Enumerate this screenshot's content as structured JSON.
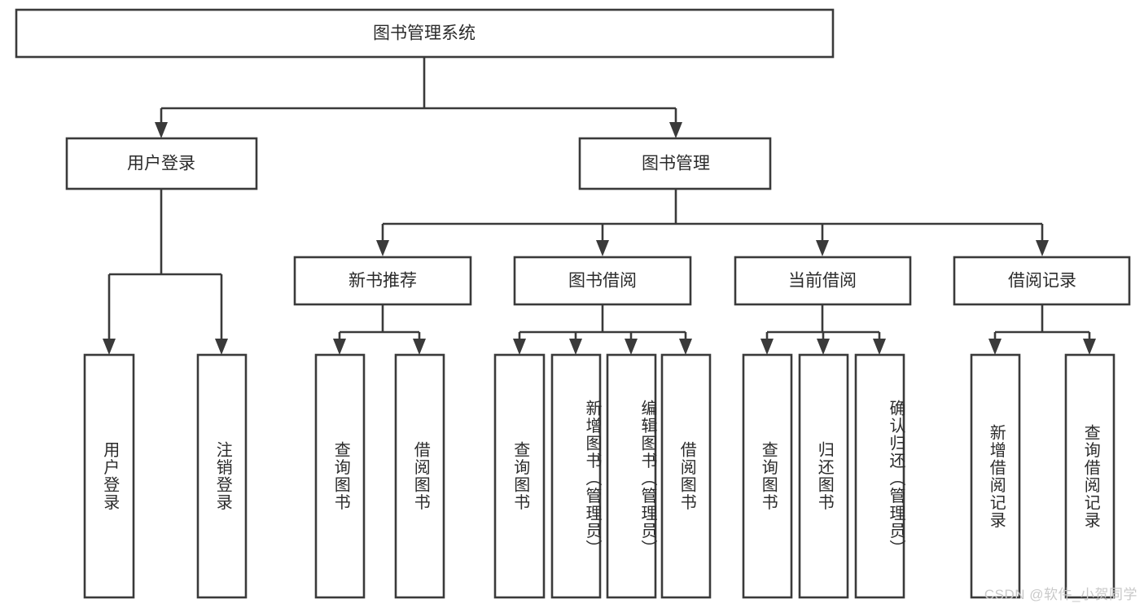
{
  "diagram": {
    "type": "tree",
    "title": "图书管理系统",
    "root": {
      "id": "root",
      "label": "图书管理系统",
      "orientation": "horizontal"
    },
    "level1": [
      {
        "id": "user-login",
        "label": "用户登录",
        "orientation": "horizontal"
      },
      {
        "id": "book-management",
        "label": "图书管理",
        "orientation": "horizontal"
      }
    ],
    "level2": [
      {
        "id": "new-book-recommend",
        "label": "新书推荐",
        "parent": "book-management",
        "orientation": "horizontal"
      },
      {
        "id": "book-borrow",
        "label": "图书借阅",
        "parent": "book-management",
        "orientation": "horizontal"
      },
      {
        "id": "current-borrow",
        "label": "当前借阅",
        "parent": "book-management",
        "orientation": "horizontal"
      },
      {
        "id": "borrow-record",
        "label": "借阅记录",
        "parent": "book-management",
        "orientation": "horizontal"
      }
    ],
    "leaves": [
      {
        "id": "leaf-user-login",
        "label": "用户登录",
        "parent": "user-login",
        "orientation": "vertical"
      },
      {
        "id": "leaf-user-logout",
        "label": "注销登录",
        "parent": "user-login",
        "orientation": "vertical"
      },
      {
        "id": "leaf-query-book-1",
        "label": "查询图书",
        "parent": "new-book-recommend",
        "orientation": "vertical"
      },
      {
        "id": "leaf-borrow-book-1",
        "label": "借阅图书",
        "parent": "new-book-recommend",
        "orientation": "vertical"
      },
      {
        "id": "leaf-query-book-2",
        "label": "查询图书",
        "parent": "book-borrow",
        "orientation": "vertical"
      },
      {
        "id": "leaf-add-book",
        "label": "新增图书（管理员）",
        "parent": "book-borrow",
        "orientation": "vertical"
      },
      {
        "id": "leaf-edit-book",
        "label": "编辑图书（管理员）",
        "parent": "book-borrow",
        "orientation": "vertical"
      },
      {
        "id": "leaf-borrow-book-2",
        "label": "借阅图书",
        "parent": "book-borrow",
        "orientation": "vertical"
      },
      {
        "id": "leaf-query-book-3",
        "label": "查询图书",
        "parent": "current-borrow",
        "orientation": "vertical"
      },
      {
        "id": "leaf-return-book",
        "label": "归还图书",
        "parent": "current-borrow",
        "orientation": "vertical"
      },
      {
        "id": "leaf-confirm-return",
        "label": "确认归还（管理员）",
        "parent": "current-borrow",
        "orientation": "vertical"
      },
      {
        "id": "leaf-add-record",
        "label": "新增借阅记录",
        "parent": "borrow-record",
        "orientation": "vertical"
      },
      {
        "id": "leaf-query-record",
        "label": "查询借阅记录",
        "parent": "borrow-record",
        "orientation": "vertical"
      }
    ],
    "colors": {
      "stroke": "#3a3a3a",
      "fill": "#ffffff",
      "text": "#2b2b2b",
      "watermark": "#c9c9c9"
    }
  },
  "watermark": {
    "text": "CSDN @软件_小贺同学"
  }
}
